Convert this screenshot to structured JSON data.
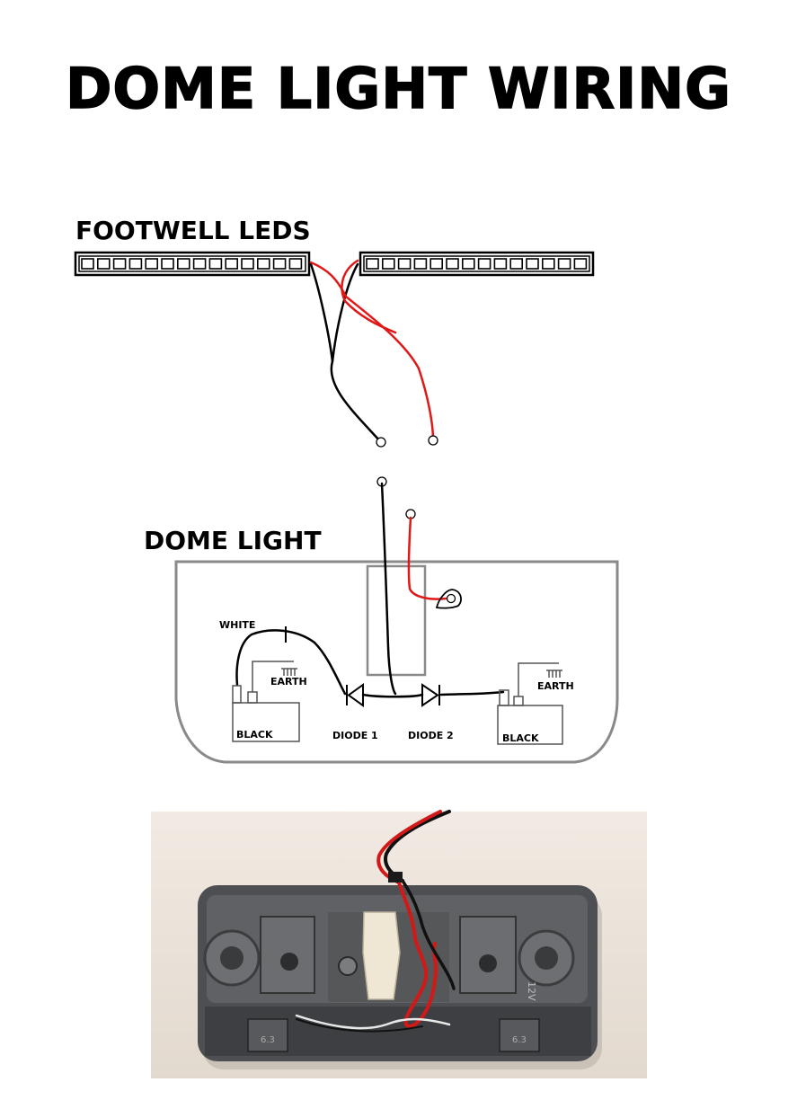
{
  "title": "DOME LIGHT WIRING",
  "diagram": {
    "footwell_label": "FOOTWELL LEDS",
    "dome_label": "DOME LIGHT",
    "white_label": "WHITE",
    "earth_left_label": "EARTH",
    "earth_right_label": "EARTH",
    "black_left_label": "BLACK",
    "black_right_label": "BLACK",
    "diode1_label": "DIODE 1",
    "diode2_label": "DIODE 2",
    "led_count_left": 14,
    "led_count_right": 14
  },
  "colors": {
    "black_wire": "#000000",
    "red_wire": "#e01818",
    "housing": "#8a8a8a",
    "photo_bg": "#efe7de",
    "photo_housing": "#4d4f52"
  },
  "photo": {
    "lens_left_text": "6.3",
    "lens_right_text": "6.3",
    "side_text": "12V"
  }
}
